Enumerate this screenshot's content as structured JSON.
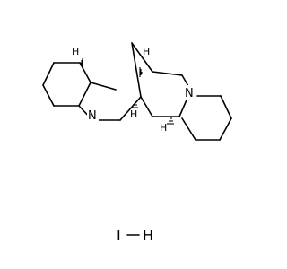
{
  "molecule": {
    "atoms": {
      "nitrogen_left": "N",
      "nitrogen_right": "N",
      "hydrogen_top_left": "H",
      "hydrogen_top_right": "H",
      "hydrogen_center": "H",
      "hydrogen_lower_right": "H"
    }
  },
  "salt": {
    "iodine": "I",
    "hydrogen": "H"
  },
  "colors": {
    "bond": "#000000",
    "background": "#ffffff"
  }
}
